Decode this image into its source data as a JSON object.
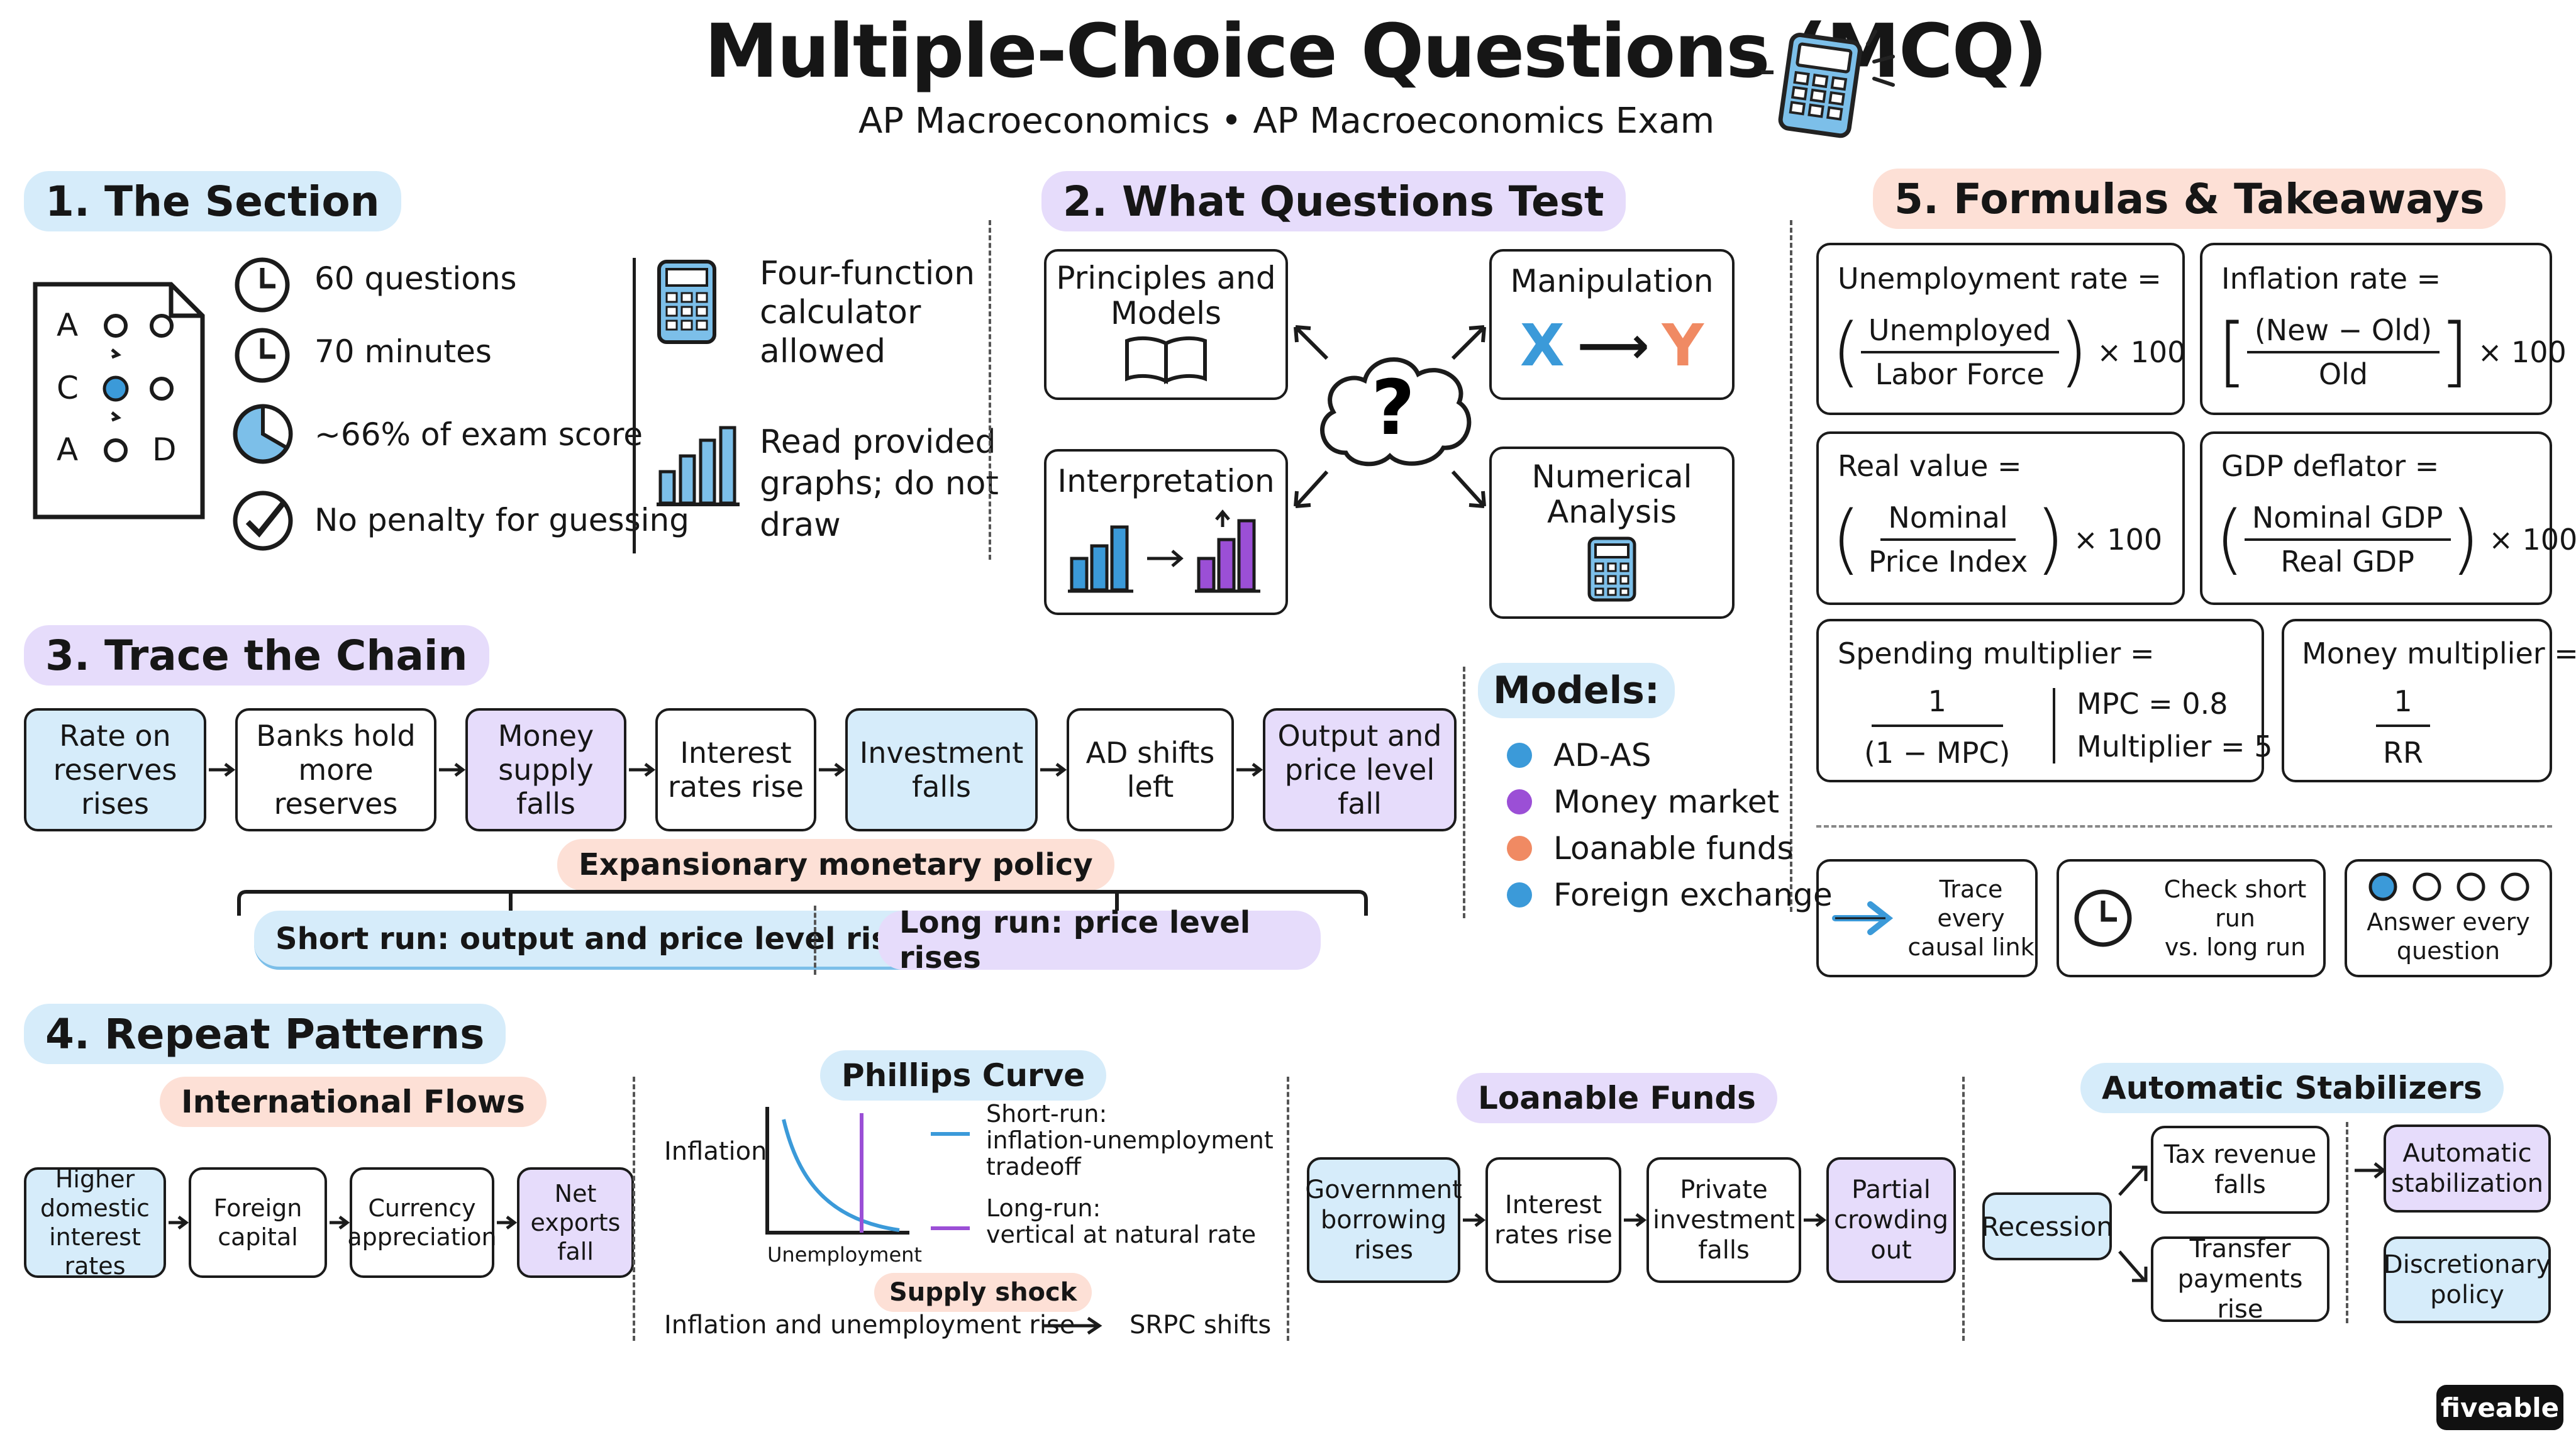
{
  "header": {
    "title": "Multiple-Choice Questions (MCQ)",
    "subtitle": "AP Macroeconomics • AP Macroeconomics Exam"
  },
  "section1": {
    "heading": "1. The Section",
    "answer_sheet": [
      "A",
      "C",
      "A",
      "D"
    ],
    "stats": [
      "60 questions",
      "70 minutes",
      "~66% of exam score",
      "No penalty for guessing"
    ],
    "tools": [
      {
        "icon": "calculator-icon",
        "lines": [
          "Four-function",
          "calculator",
          "allowed"
        ]
      },
      {
        "icon": "bar-chart-icon",
        "lines": [
          "Read provided",
          "graphs; do not",
          "draw"
        ]
      }
    ]
  },
  "section2": {
    "heading": "2. What Questions Test",
    "center": "?",
    "boxes": [
      {
        "lines": [
          "Principles and",
          "Models"
        ],
        "icon": "book-icon"
      },
      {
        "lines": [
          "Manipulation"
        ],
        "icon": "x-to-y-icon",
        "x": "X",
        "y": "Y"
      },
      {
        "lines": [
          "Interpretation"
        ],
        "icon": "chart-transform-icon"
      },
      {
        "lines": [
          "Numerical",
          "Analysis"
        ],
        "icon": "calculator-icon"
      }
    ]
  },
  "section3": {
    "heading": "3. Trace the Chain",
    "chain": [
      {
        "lines": [
          "Rate on",
          "reserves",
          "rises"
        ],
        "color": "blue"
      },
      {
        "lines": [
          "Banks hold",
          "more reserves"
        ],
        "color": "white"
      },
      {
        "lines": [
          "Money",
          "supply",
          "falls"
        ],
        "color": "purple"
      },
      {
        "lines": [
          "Interest",
          "rates rise"
        ],
        "color": "white"
      },
      {
        "lines": [
          "Investment",
          "falls"
        ],
        "color": "blue"
      },
      {
        "lines": [
          "AD shifts",
          "left"
        ],
        "color": "white"
      },
      {
        "lines": [
          "Output and",
          "price level",
          "fall"
        ],
        "color": "purple"
      }
    ],
    "policy": "Expansionary monetary policy",
    "short_run": "Short run: output and price level rise",
    "long_run": "Long run: price level rises",
    "models_heading": "Models:",
    "models": [
      {
        "label": "AD-AS",
        "color": "#3b9ad9"
      },
      {
        "label": "Money market",
        "color": "#9b4fd6"
      },
      {
        "label": "Loanable funds",
        "color": "#f08a63"
      },
      {
        "label": "Foreign exchange",
        "color": "#3b9ad9"
      }
    ]
  },
  "section4": {
    "heading": "4. Repeat Patterns",
    "international": {
      "title": "International Flows",
      "chain": [
        {
          "lines": [
            "Higher",
            "domestic",
            "interest rates"
          ],
          "color": "blue"
        },
        {
          "lines": [
            "Foreign",
            "capital"
          ],
          "color": "white"
        },
        {
          "lines": [
            "Currency",
            "appreciation"
          ],
          "color": "white"
        },
        {
          "lines": [
            "Net",
            "exports",
            "fall"
          ],
          "color": "purple"
        }
      ]
    },
    "phillips": {
      "title": "Phillips Curve",
      "ylabel": "Inflation",
      "xlabel": "Unemployment",
      "legend": [
        {
          "lines": [
            "Short-run:",
            "inflation-unemployment",
            "tradeoff"
          ],
          "color": "#3b9ad9"
        },
        {
          "lines": [
            "Long-run:",
            "vertical at natural rate"
          ],
          "color": "#9b4fd6"
        }
      ],
      "shock_label": "Supply shock",
      "shock_from": "Inflation and unemployment rise",
      "shock_to": "SRPC shifts"
    },
    "loanable": {
      "title": "Loanable Funds",
      "chain": [
        {
          "lines": [
            "Government",
            "borrowing",
            "rises"
          ],
          "color": "blue"
        },
        {
          "lines": [
            "Interest",
            "rates rise"
          ],
          "color": "white"
        },
        {
          "lines": [
            "Private",
            "investment",
            "falls"
          ],
          "color": "white"
        },
        {
          "lines": [
            "Partial",
            "crowding",
            "out"
          ],
          "color": "purple"
        }
      ]
    },
    "stabilizers": {
      "title": "Automatic Stabilizers",
      "start": "Recession",
      "branches": [
        [
          "Tax revenue",
          "falls"
        ],
        [
          "Transfer",
          "payments rise"
        ]
      ],
      "result": [
        "Automatic",
        "stabilization"
      ],
      "contrast": [
        "Discretionary",
        "policy"
      ]
    }
  },
  "section5": {
    "heading": "5. Formulas & Takeaways",
    "formulas": [
      {
        "label": "Unemployment rate =",
        "num": "Unemployed",
        "den": "Labor Force",
        "tail": "× 100",
        "bracket": "paren"
      },
      {
        "label": "Inflation rate =",
        "num": "(New − Old)",
        "den": "Old",
        "tail": "× 100",
        "bracket": "square"
      },
      {
        "label": "Real value =",
        "num": "Nominal",
        "den": "Price Index",
        "tail": "× 100",
        "bracket": "paren"
      },
      {
        "label": "GDP deflator =",
        "num": "Nominal GDP",
        "den": "Real GDP",
        "tail": "× 100",
        "bracket": "paren"
      },
      {
        "label": "Spending multiplier =",
        "num": "1",
        "den": "(1 − MPC)",
        "note1": "MPC = 0.8",
        "note2": "Multiplier = 5"
      },
      {
        "label": "Money multiplier =",
        "num": "1",
        "den": "RR"
      }
    ],
    "tips": [
      {
        "icon": "arrow-right-icon",
        "lines": [
          "Trace every",
          "causal link"
        ]
      },
      {
        "icon": "clock-icon",
        "lines": [
          "Check short run",
          "vs. long run"
        ]
      },
      {
        "icon": "bubbles-icon",
        "lines": [
          "Answer every",
          "question"
        ]
      }
    ]
  },
  "footer": {
    "brand": "fiveable"
  }
}
